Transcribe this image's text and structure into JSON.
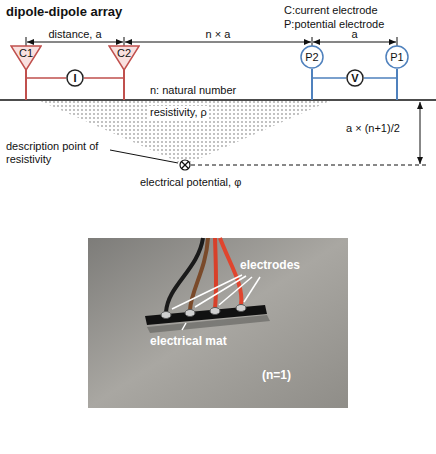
{
  "diagram": {
    "title": "dipole-dipole array",
    "nodes": [
      {
        "text": [
          "C1"
        ]
      },
      {
        "text": [
          "I"
        ]
      },
      {
        "text": [
          "C2"
        ]
      },
      {
        "text": [
          "P2"
        ]
      },
      {
        "text": [
          "V"
        ]
      },
      {
        "text": [
          "P1"
        ]
      }
    ],
    "edges": [
      {
        "from": 0,
        "to": 1,
        "arrow": "none"
      },
      {
        "from": 1,
        "to": 2,
        "arrow": "none"
      },
      {
        "from": 3,
        "to": 4,
        "arrow": "none"
      },
      {
        "from": 4,
        "to": 5,
        "arrow": "none"
      }
    ],
    "labels": [
      "C:current electrode",
      "P:potential electrode",
      "distance, a",
      "n × a",
      "a",
      "n: natural number",
      "resistivity, ρ",
      "a × (n+1)/2",
      "description point of resistivity",
      "electrical potential, φ",
      "electrodes",
      "electrical mat",
      "(n=1)"
    ]
  }
}
